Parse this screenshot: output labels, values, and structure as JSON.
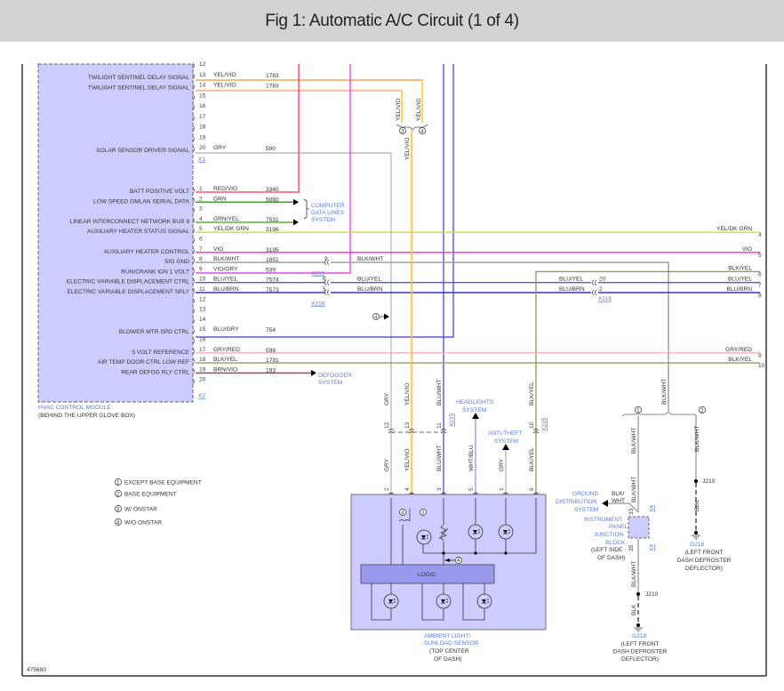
{
  "title": "Fig 1: Automatic A/C Circuit (1 of 4)",
  "figure_id": "475690",
  "colors": {
    "module_fill": "#ccccff",
    "system_link": "#5a7bd0",
    "RED/VIO": "#ff5577",
    "GRN": "#33aa22",
    "GRN/YEL": "#66bb33",
    "YEL/DK GRN": "#dddd22",
    "VIO": "#ff22dd",
    "BLK/WHT": "#999999",
    "VIO/GRY": "#ee44ee",
    "BLU/YEL": "#5555ee",
    "BLU/BRN": "#3333cc",
    "BLU/GRY": "#5555ee",
    "GRY/RED": "#f0b0b0",
    "BLK/YEL": "#999966",
    "BRN/VIO": "#aa3344",
    "YEL/VIO": "#ffcc33",
    "GRY": "#bbbbbb",
    "WHT/BLU": "#9999ee"
  },
  "module": {
    "name": "HVAC CONTROL MODULE",
    "location": "(BEHIND THE UPPER GLOVE BOX)",
    "x1_pins": [
      {
        "pin": "12",
        "signal": "",
        "wire": "",
        "circuit": ""
      },
      {
        "pin": "13",
        "signal": "TWILIGHT SENTINEL DELAY SIGNAL",
        "wire": "YEL/VIO",
        "circuit": "1783"
      },
      {
        "pin": "14",
        "signal": "TWILIGHT SENTINEL DELAY SIGNAL",
        "wire": "YEL/VIO",
        "circuit": "1783"
      },
      {
        "pin": "15",
        "signal": "",
        "wire": "",
        "circuit": ""
      },
      {
        "pin": "16",
        "signal": "",
        "wire": "",
        "circuit": ""
      },
      {
        "pin": "17",
        "signal": "",
        "wire": "",
        "circuit": ""
      },
      {
        "pin": "18",
        "signal": "",
        "wire": "",
        "circuit": ""
      },
      {
        "pin": "19",
        "signal": "",
        "wire": "",
        "circuit": ""
      },
      {
        "pin": "20",
        "signal": "SOLAR SENSOR DRIVER SIGNAL",
        "wire": "GRY",
        "circuit": "590"
      }
    ],
    "x1_label": "X1",
    "x2_pins": [
      {
        "pin": "1",
        "signal": "BATT POSITIVE VOLT",
        "wire": "RED/VIO",
        "circuit": "3340"
      },
      {
        "pin": "2",
        "signal": "LOW SPEED GMLAN SERIAL DATA",
        "wire": "GRN",
        "circuit": "5060"
      },
      {
        "pin": "3",
        "signal": "",
        "wire": "",
        "circuit": ""
      },
      {
        "pin": "4",
        "signal": "LINEAR INTERCONNECT NETWORK BUS 9",
        "wire": "GRN/YEL",
        "circuit": "7531"
      },
      {
        "pin": "5",
        "signal": "AUXILIARY HEATER STATUS SIGNAL",
        "wire": "YEL/DK GRN",
        "circuit": "3196"
      },
      {
        "pin": "6",
        "signal": "",
        "wire": "",
        "circuit": ""
      },
      {
        "pin": "7",
        "signal": "AUXILIARY HEATER CONTROL",
        "wire": "VIO",
        "circuit": "3195"
      },
      {
        "pin": "8",
        "signal": "SIG GND",
        "wire": "BLK/WHT",
        "circuit": "1851"
      },
      {
        "pin": "9",
        "signal": "RUN/CRANK IGN 1 VOLT",
        "wire": "VIO/GRY",
        "circuit": "539"
      },
      {
        "pin": "10",
        "signal": "ELECTRIC VARIABLE DISPLACEMENT CTRL",
        "wire": "BLU/YEL",
        "circuit": "7574"
      },
      {
        "pin": "11",
        "signal": "ELECTRIC VARIABLE DISPLACEMENT SPLY",
        "wire": "BLU/BRN",
        "circuit": "7573"
      },
      {
        "pin": "12",
        "signal": "",
        "wire": "",
        "circuit": ""
      },
      {
        "pin": "13",
        "signal": "",
        "wire": "",
        "circuit": ""
      },
      {
        "pin": "14",
        "signal": "",
        "wire": "",
        "circuit": ""
      },
      {
        "pin": "15",
        "signal": "BLOWER MTR SPD CTRL",
        "wire": "BLU/GRY",
        "circuit": "754"
      },
      {
        "pin": "16",
        "signal": "",
        "wire": "",
        "circuit": ""
      },
      {
        "pin": "17",
        "signal": "5 VOLT REFERENCE",
        "wire": "GRY/RED",
        "circuit": "598"
      },
      {
        "pin": "18",
        "signal": "AIR TEMP DOOR CTRL LOW REF",
        "wire": "BLK/YEL",
        "circuit": "1791"
      },
      {
        "pin": "19",
        "signal": "REAR DEFOG RLY CTRL",
        "wire": "BRN/VIO",
        "circuit": "193"
      },
      {
        "pin": "20",
        "signal": "",
        "wire": "",
        "circuit": ""
      }
    ],
    "x2_label": "X2"
  },
  "systems": {
    "computer_data": [
      "COMPUTER",
      "DATA LINES",
      "SYSTEM"
    ],
    "defogger": [
      "DEFOGGER",
      "SYSTEM"
    ],
    "headlights": [
      "HEADLIGHTS",
      "SYSTEM"
    ],
    "anti_theft": [
      "ANTI-THEFT",
      "SYSTEM"
    ],
    "ground_dist": [
      "GROUND",
      "DISTRIBUTION",
      "SYSTEM"
    ]
  },
  "inline_connectors": {
    "x215_mid": {
      "label": "X215",
      "pin": "9",
      "wire_out": "BLK/WHT"
    },
    "x216": {
      "label": "X216",
      "pins": [
        {
          "pin": "6",
          "wire_out": "BLU/YEL"
        },
        {
          "pin": "5",
          "wire_out": "BLU/BRN"
        }
      ]
    },
    "x115": {
      "label": "X115",
      "pins": [
        {
          "pin": "20",
          "wire": "BLU/YEL"
        },
        {
          "pin": "2",
          "wire": "BLU/BRN"
        }
      ]
    },
    "x215_vert": {
      "label": "X215",
      "pins": [
        "12",
        "13",
        "11",
        "10"
      ]
    }
  },
  "right_edge": [
    {
      "wire": "YEL/DK GRN",
      "ref": "4"
    },
    {
      "wire": "VIO",
      "ref": "5"
    },
    {
      "wire": "BLK/YEL",
      "ref": "6"
    },
    {
      "wire": "BLU/YEL",
      "ref": "7"
    },
    {
      "wire": "BLU/BRN",
      "ref": "8"
    },
    {
      "wire": "GRY/RED",
      "ref": "9"
    },
    {
      "wire": "BLK/YEL",
      "ref": "10"
    }
  ],
  "sensor": {
    "name": [
      "AMBIENT LIGHT/",
      "SUNLOAD SENSOR"
    ],
    "location": [
      "(TOP CENTER",
      "OF DASH)"
    ],
    "logic_label": "LOGIC",
    "pins": [
      {
        "pin": "2",
        "wire": "GRY"
      },
      {
        "pin": "4",
        "wire": "YEL/VIO"
      },
      {
        "pin": "3",
        "wire": "BLU/WHT"
      },
      {
        "pin": "5",
        "wire": "WHT/BLU"
      },
      {
        "pin": "1",
        "wire": "GRY"
      },
      {
        "pin": "6",
        "wire": "BLK/YEL"
      }
    ],
    "upper_wires": [
      "GRY",
      "YEL/VIO",
      "BLU/WHT",
      "BLK/YEL"
    ]
  },
  "onstar_split": {
    "wire": "YEL/VIO",
    "opt_a": "3",
    "opt_b": "4"
  },
  "ground": {
    "main_wire": "BLK/WHT",
    "branch1": {
      "option": "1",
      "wire": "BLK/WHT",
      "wire2": "BLK/WHT"
    },
    "branch2": {
      "option": "2",
      "wire": "BLK/WHT",
      "splice": "J210",
      "wire_blk": "BLK",
      "ground": "G218",
      "location": [
        "(LEFT FRONT",
        "DASH DEFROSTER",
        "DEFLECTOR)"
      ]
    },
    "junction_block": {
      "name": [
        "INSTRUMENT",
        "PANEL",
        "JUNCTION",
        "BLOCK"
      ],
      "location": [
        "(LEFT SIDE",
        "OF DASH)"
      ],
      "pin_top": "33",
      "pin_bottom": "35",
      "conn": "X4",
      "to_ground_wire": "BLK/\nWHT",
      "to_ground_wire_l1": "BLK/",
      "to_ground_wire_l2": "WHT"
    },
    "lower": {
      "wire": "BLK/WHT",
      "splice": "J210",
      "wire_blk": "BLK",
      "ground": "G218",
      "location": [
        "(LEFT FRONT",
        "DASH DEFROSTER",
        "DEFLECTOR)"
      ]
    }
  },
  "legend": [
    {
      "num": "1",
      "text": "EXCEPT BASE EQUIPMENT"
    },
    {
      "num": "2",
      "text": "BASE EQUIPMENT"
    },
    {
      "num": "3",
      "text": "W/ ONSTAR"
    },
    {
      "num": "4",
      "text": "W/O ONSTAR"
    }
  ],
  "w_o_onstar_marker": "4"
}
